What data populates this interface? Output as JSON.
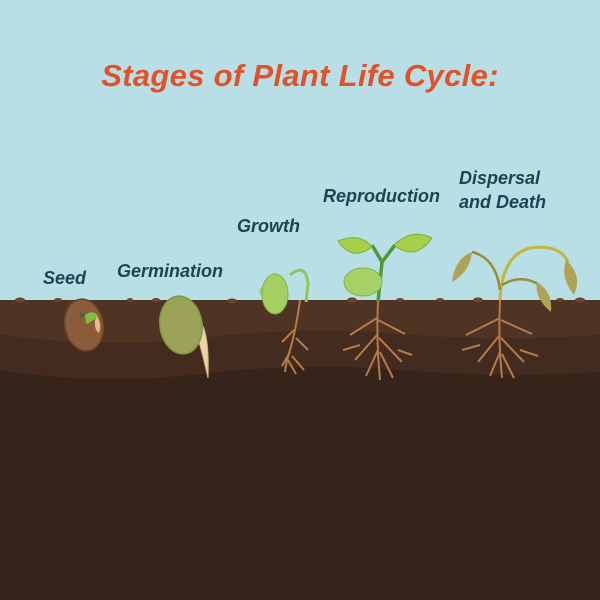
{
  "title": "Stages of Plant Life Cycle:",
  "stages": [
    {
      "label": "Seed"
    },
    {
      "label": "Germination"
    },
    {
      "label": "Growth"
    },
    {
      "label": "Reproduction"
    },
    {
      "label": "Dispersal",
      "label2": "and Death"
    }
  ],
  "colors": {
    "sky": "#b8dfe5",
    "title": "#e2522a",
    "label": "#1d4452",
    "soil_top": "#4e3222",
    "soil_deep": "#36241a"
  }
}
